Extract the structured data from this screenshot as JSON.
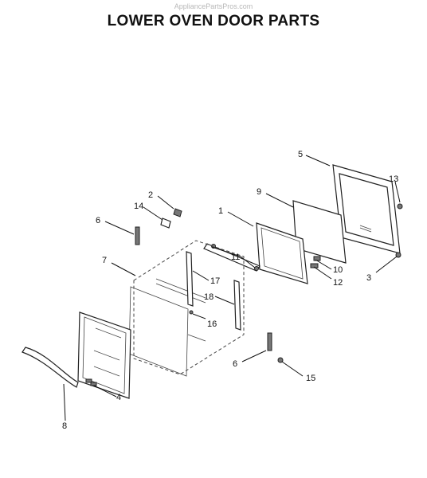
{
  "watermark": "AppliancePartsPros.com",
  "title": "LOWER OVEN DOOR PARTS",
  "callouts": {
    "c1": "1",
    "c2": "2",
    "c3": "3",
    "c4": "4",
    "c5": "5",
    "c6a": "6",
    "c6b": "6",
    "c7": "7",
    "c8": "8",
    "c9": "9",
    "c10": "10",
    "c11": "11",
    "c12": "12",
    "c13": "13",
    "c14": "14",
    "c15": "15",
    "c16": "16",
    "c17": "17",
    "c18": "18"
  }
}
